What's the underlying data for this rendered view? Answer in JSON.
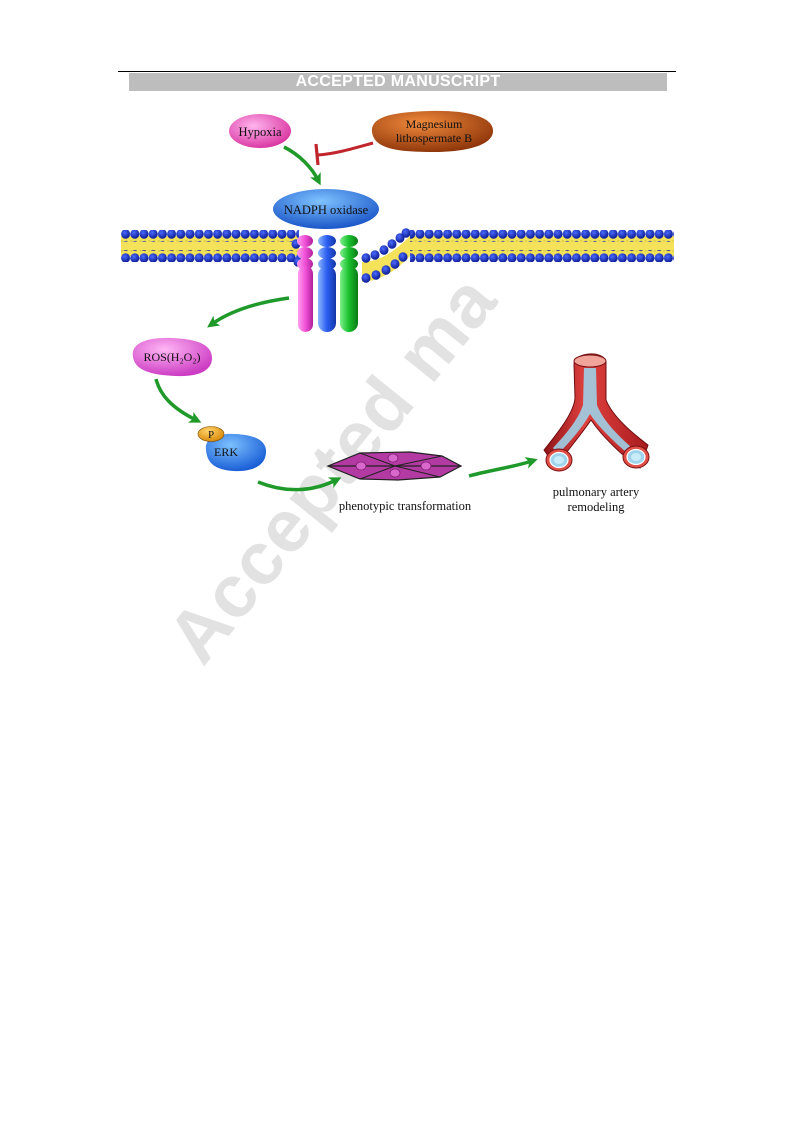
{
  "header": {
    "banner_text": "ACCEPTED MANUSCRIPT"
  },
  "diagram": {
    "nodes": {
      "hypoxia": "Hypoxia",
      "inhibitor_line1": "Magnesium",
      "inhibitor_line2": "lithospermate B",
      "enzyme": "NADPH oxidase",
      "ros": "ROS(H₂O₂)",
      "phospho": "P",
      "kinase": "ERK",
      "cell_label": "phenotypic transformation",
      "artery_line1": "pulmonary artery",
      "artery_line2": "remodeling"
    },
    "colors": {
      "arrow": "#1f9a2a",
      "inhibition": "#c0262b",
      "hypoxia": "#e64fc0",
      "inhibitor": "#b5490f",
      "enzyme": "#2a7fe0",
      "ros": "#e05cd8",
      "kinase": "#2a78e6",
      "phospho": "#f0a51c",
      "membrane_head": "#1b2fb8",
      "membrane_tail": "#f3e25a",
      "cell": "#b33aa3",
      "artery": "#c8262a"
    }
  },
  "watermark": "Accepted ma"
}
